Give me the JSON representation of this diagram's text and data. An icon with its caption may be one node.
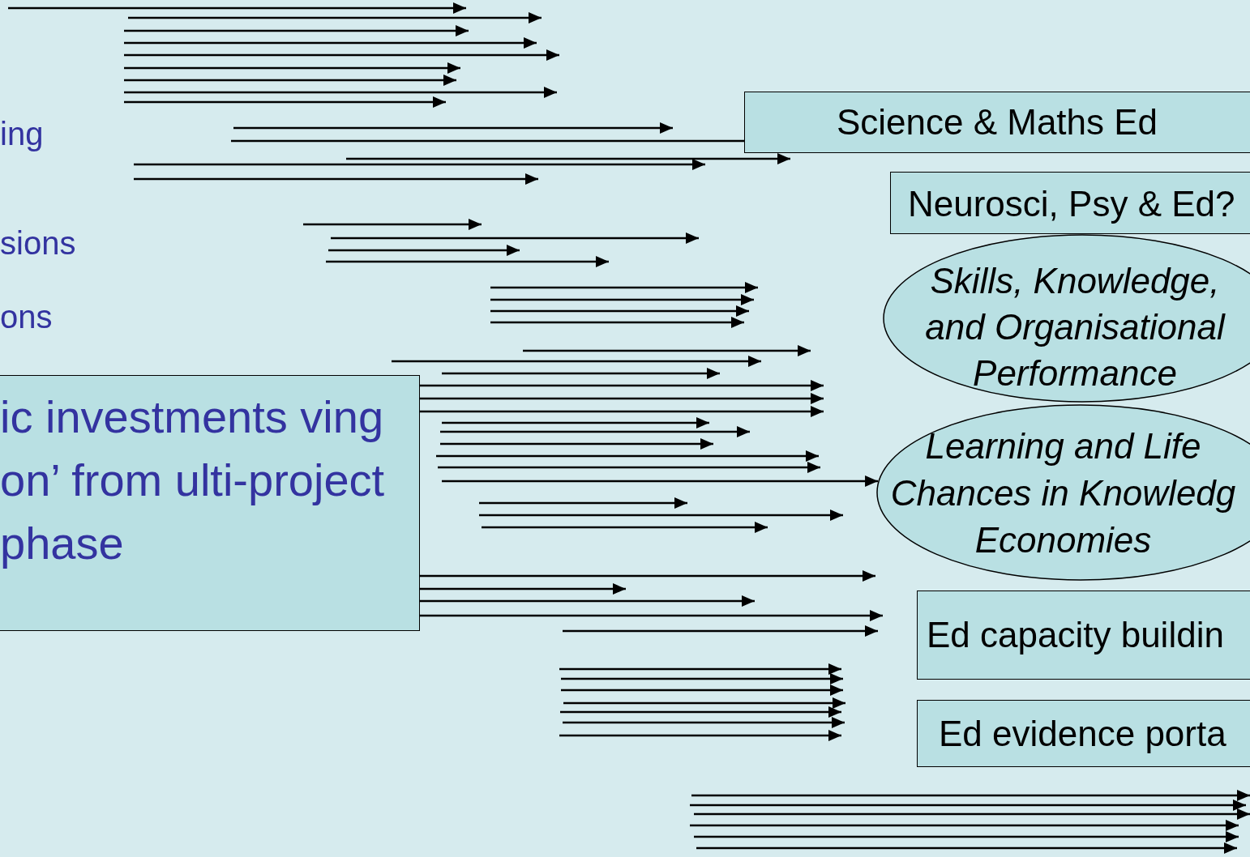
{
  "diagram": {
    "nodes": [
      {
        "text": [
          "ic investments ving on’ from ulti-project phase"
        ]
      },
      {
        "text": [
          "Science & Maths Ed"
        ]
      },
      {
        "text": [
          "Neurosci, Psy & Ed?"
        ]
      },
      {
        "text": [
          "Skills, Knowledge, and Organisational Performance"
        ]
      },
      {
        "text": [
          "Learning and Life Chances in Knowledg Economies"
        ]
      },
      {
        "text": [
          "Ed capacity buildin"
        ]
      },
      {
        "text": [
          "Ed evidence porta"
        ]
      }
    ],
    "edges": [
      {
        "from": 0,
        "to": null,
        "arrow": "to"
      },
      {
        "from": 0,
        "to": null,
        "arrow": "to"
      },
      {
        "from": 0,
        "to": null,
        "arrow": "to"
      },
      {
        "from": 0,
        "to": null,
        "arrow": "to"
      },
      {
        "from": 0,
        "to": null,
        "arrow": "to"
      },
      {
        "from": 0,
        "to": null,
        "arrow": "to"
      },
      {
        "from": 0,
        "to": null,
        "arrow": "to"
      },
      {
        "from": null,
        "to": 1,
        "arrow": "none"
      },
      {
        "from": null,
        "to": 4,
        "arrow": "to"
      }
    ],
    "labels": [
      "ing",
      "sions",
      "ons"
    ]
  }
}
